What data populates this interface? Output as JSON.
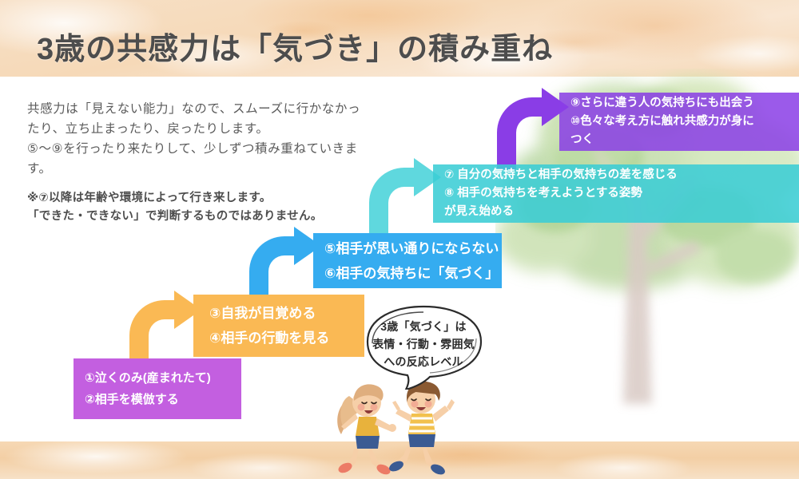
{
  "header": {
    "title": "3歳の共感力は「気づき」の積み重ね"
  },
  "intro": {
    "paragraph_lines": [
      "共感力は「見えない能力」なので、スムーズに行かなかっ",
      "たり、立ち止まったり、戻ったりします。",
      "⑤〜⑨を行ったり来たりして、少しずつ積み重ねていきま",
      "す。"
    ],
    "note_lines": [
      "※⑦以降は年齢や環境によって行き来します。",
      "「できた・できない」で判断するものではありません。"
    ]
  },
  "steps": [
    {
      "id": "step-1",
      "color": "#c35fe0",
      "lines": [
        "①泣くのみ(産まれたて)",
        "②相手を模倣する"
      ]
    },
    {
      "id": "step-2",
      "color": "#fab954",
      "lines": [
        "③自我が目覚める",
        "④相手の行動を見る"
      ]
    },
    {
      "id": "step-3",
      "color": "#35acf0",
      "lines": [
        "⑤相手が思い通りにならない",
        "⑥相手の気持ちに「気づく」"
      ]
    },
    {
      "id": "step-4",
      "color": "#3bcdd5",
      "lines": [
        "⑦ 自分の気持ちと相手の気持ちの差を感じる",
        "⑧ 相手の気持ちを考えようとする姿勢",
        "が見え始める"
      ]
    },
    {
      "id": "step-5",
      "color": "#8a3de6",
      "lines": [
        "⑨さらに違う人の気持ちにも出会う",
        "⑩色々な考え方に触れ共感力が身に",
        "つく"
      ]
    }
  ],
  "arrows": [
    {
      "id": "arrow-1",
      "color": "#fab954"
    },
    {
      "id": "arrow-2",
      "color": "#35acf0"
    },
    {
      "id": "arrow-3",
      "color": "#5fd8de"
    },
    {
      "id": "arrow-4",
      "color": "#8a3de6"
    }
  ],
  "bubble": {
    "lines": [
      "3歳「気づく」は",
      "表情・行動・雰囲気",
      "への反応レベル"
    ]
  },
  "palette": {
    "header_band": "#f6d9b8",
    "ground_band": "#f3cfa5",
    "title_text": "#4d4d4d",
    "body_text": "#5a5a5a",
    "tree_foliage": "#a9d28a",
    "tree_trunk": "#d8c9c4"
  }
}
